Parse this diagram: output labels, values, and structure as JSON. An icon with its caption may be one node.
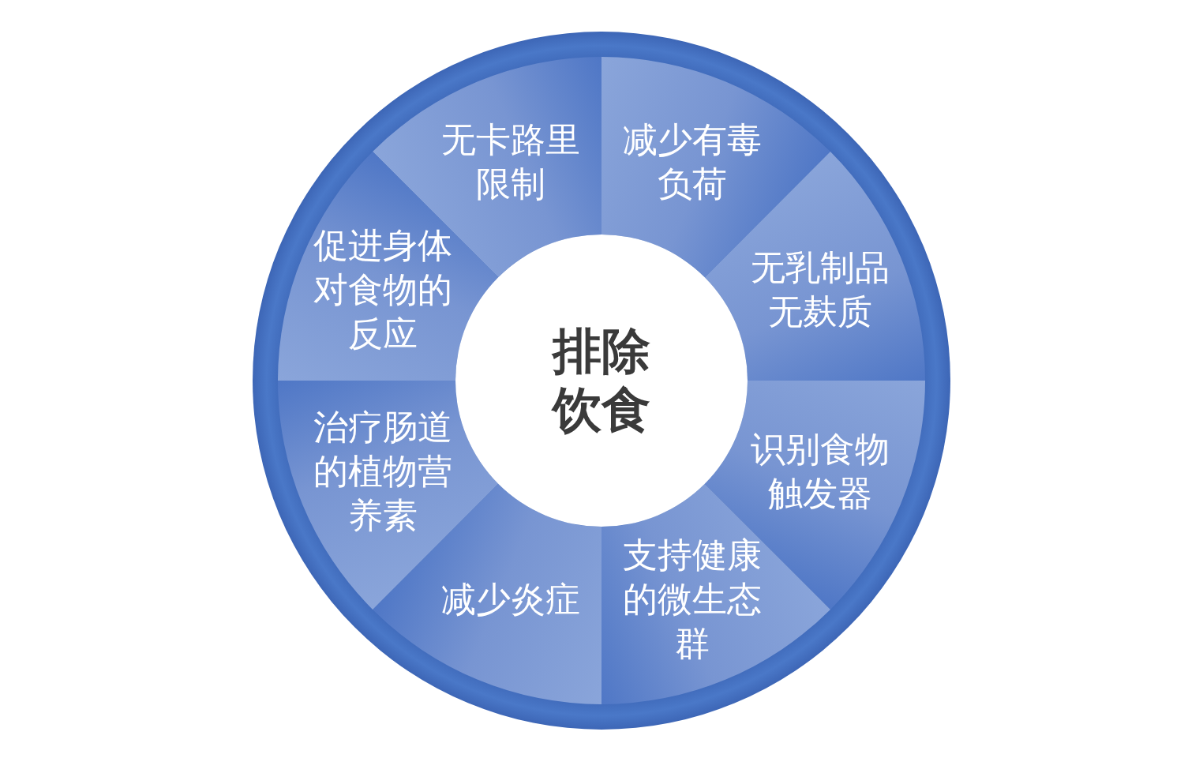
{
  "diagram": {
    "nodes": [
      {
        "text": [
          "排除饮食"
        ]
      },
      {
        "text": [
          "无卡路里限制"
        ]
      },
      {
        "text": [
          "减少有毒负荷"
        ]
      },
      {
        "text": [
          "无乳制品无麸质"
        ]
      },
      {
        "text": [
          "识别食物触发器"
        ]
      },
      {
        "text": [
          "支持健康的微生态群"
        ]
      },
      {
        "text": [
          "减少炎症"
        ]
      },
      {
        "text": [
          "治疗肠道的植物营养素"
        ]
      },
      {
        "text": [
          "促进身体对食物的反应"
        ]
      }
    ]
  }
}
